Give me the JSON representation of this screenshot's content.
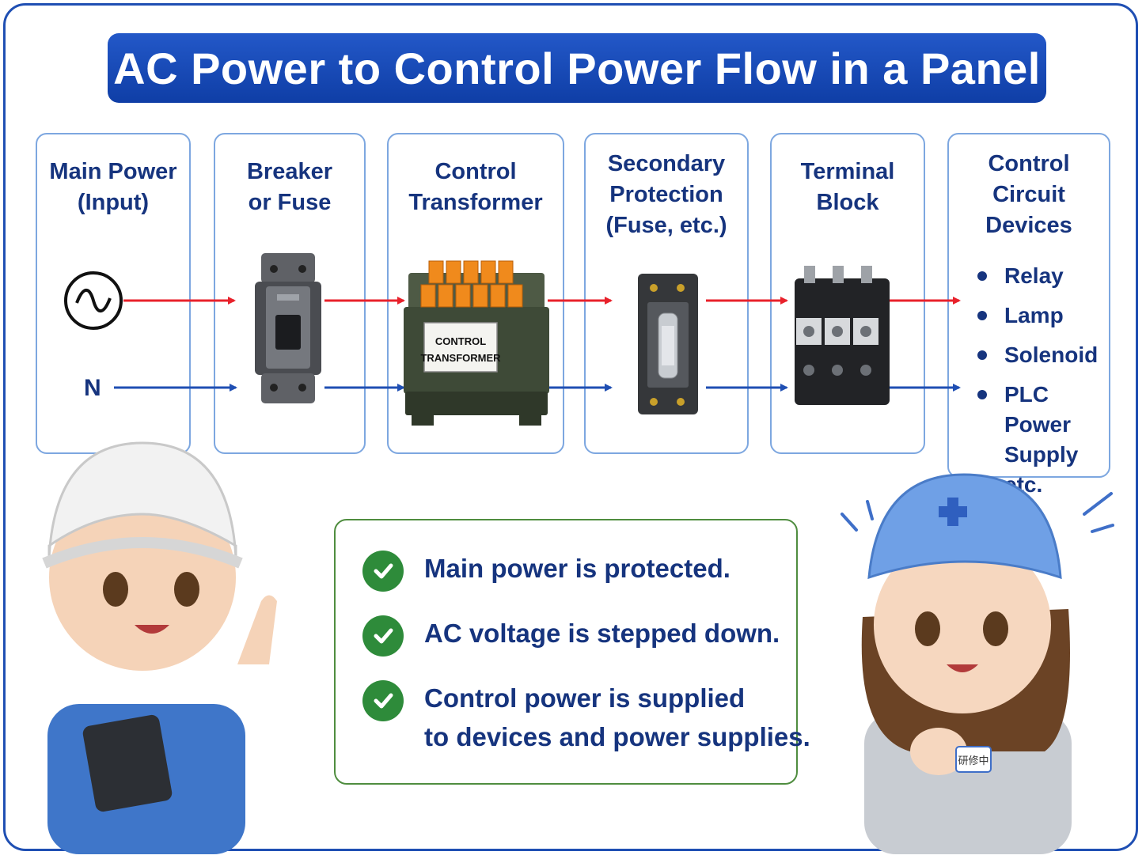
{
  "title": "AC Power to Control Power Flow in a Panel",
  "blocks": [
    {
      "lines": [
        "Main Power",
        "(Input)"
      ]
    },
    {
      "lines": [
        "Breaker",
        "or Fuse"
      ]
    },
    {
      "lines": [
        "Control",
        "Transformer"
      ]
    },
    {
      "lines": [
        "Secondary",
        "Protection",
        "(Fuse, etc.)"
      ]
    },
    {
      "lines": [
        "Terminal",
        "Block"
      ]
    },
    {
      "lines": [
        "Control",
        "Circuit",
        "Devices"
      ]
    }
  ],
  "neutral_label": "N",
  "transformer_plate": [
    "CONTROL",
    "TRANSFORMER"
  ],
  "devices": [
    "Relay",
    "Lamp",
    "Solenoid",
    "PLC Power",
    "Supply",
    "etc."
  ],
  "summary": [
    {
      "lines": [
        "Main power is protected."
      ]
    },
    {
      "lines": [
        "AC voltage is stepped down."
      ]
    },
    {
      "lines": [
        "Control power is supplied",
        "to devices and power supplies."
      ]
    }
  ],
  "name_tag": "研修中",
  "colors": {
    "line": "#e8212b",
    "neutral": "#1f4fb3",
    "title_bg": "#1a48b8",
    "text": "#16347e",
    "check": "#2e8b3a"
  }
}
